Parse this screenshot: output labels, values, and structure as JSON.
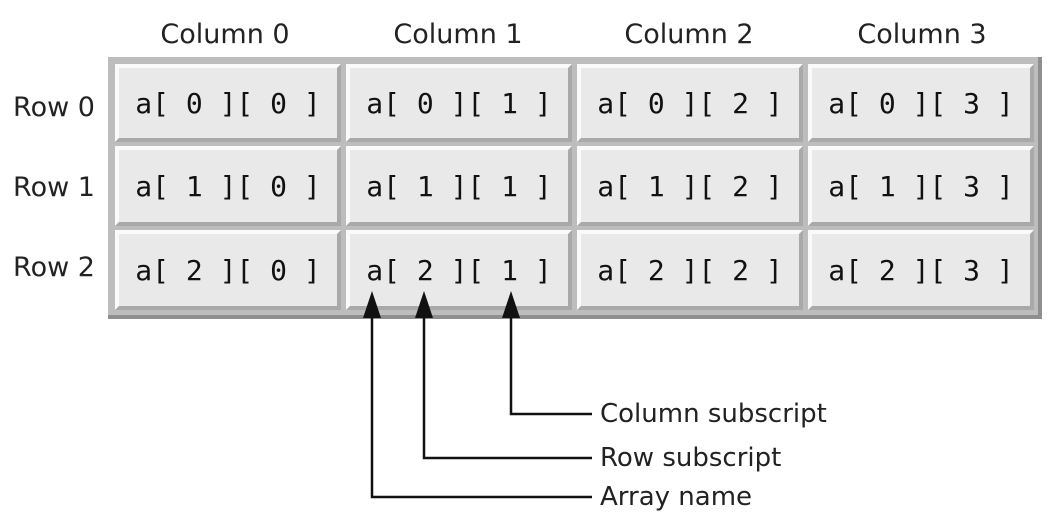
{
  "columns": [
    "Column 0",
    "Column 1",
    "Column 2",
    "Column 3"
  ],
  "rows": [
    "Row 0",
    "Row 1",
    "Row 2"
  ],
  "cells": [
    [
      "a[ 0 ][ 0 ]",
      "a[ 0 ][ 1 ]",
      "a[ 0 ][ 2 ]",
      "a[ 0 ][ 3 ]"
    ],
    [
      "a[ 1 ][ 0 ]",
      "a[ 1 ][ 1 ]",
      "a[ 1 ][ 2 ]",
      "a[ 1 ][ 3 ]"
    ],
    [
      "a[ 2 ][ 0 ]",
      "a[ 2 ][ 1 ]",
      "a[ 2 ][ 2 ]",
      "a[ 2 ][ 3 ]"
    ]
  ],
  "annotations": {
    "column_subscript": "Column subscript",
    "row_subscript": "Row subscript",
    "array_name": "Array name"
  }
}
